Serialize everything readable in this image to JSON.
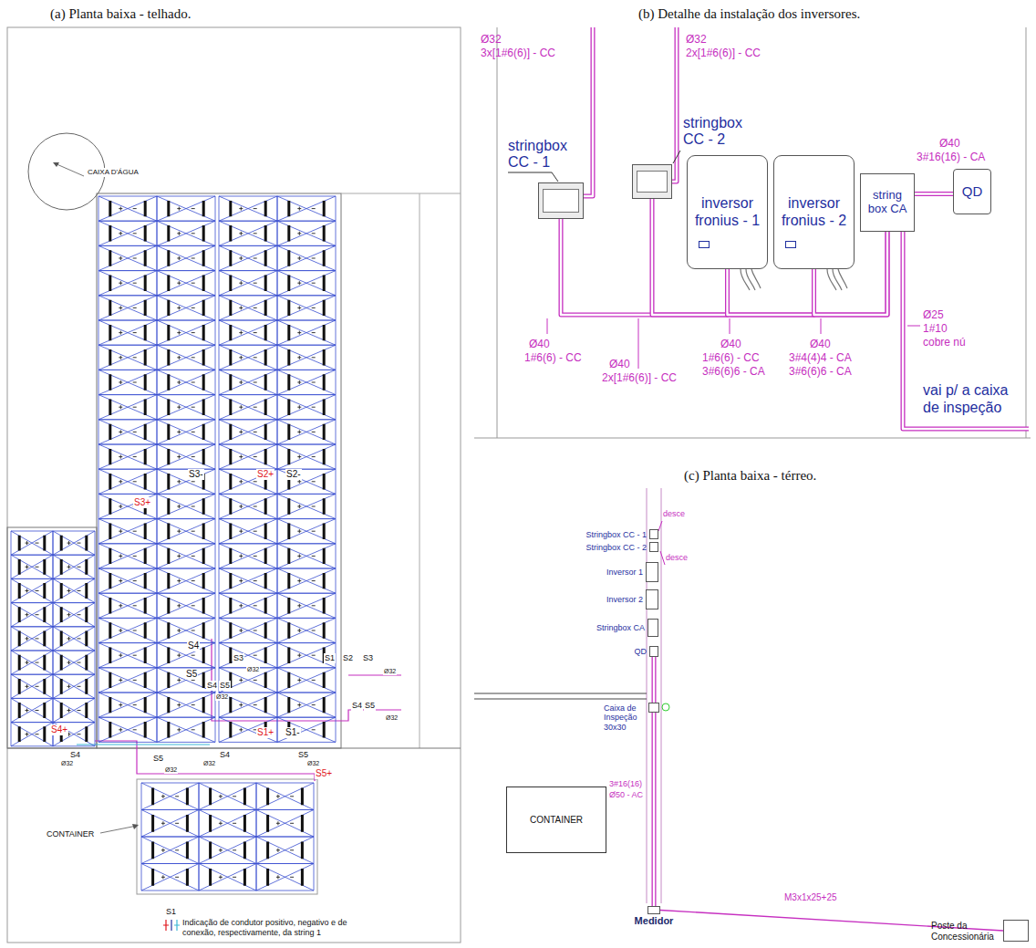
{
  "diagram": {
    "nodes": [
      {
        "text": [
          "stringbox CC - 1"
        ]
      },
      {
        "text": [
          "stringbox CC - 2"
        ]
      },
      {
        "text": [
          "inversor fronius - 1"
        ]
      },
      {
        "text": [
          "inversor fronius - 2"
        ]
      },
      {
        "text": [
          "string box CA"
        ]
      },
      {
        "text": [
          "QD"
        ]
      },
      {
        "text": [
          "Stringbox CC - 1"
        ]
      },
      {
        "text": [
          "Stringbox CC - 2"
        ]
      },
      {
        "text": [
          "Inversor 1"
        ]
      },
      {
        "text": [
          "Inversor 2"
        ]
      },
      {
        "text": [
          "Stringbox CA"
        ]
      },
      {
        "text": [
          "QD"
        ]
      },
      {
        "text": [
          "Caixa de Inspeção 30x30"
        ]
      },
      {
        "text": [
          "CONTAINER"
        ]
      },
      {
        "text": [
          "Medidor"
        ]
      },
      {
        "text": [
          "Poste da Concessionária"
        ]
      }
    ],
    "edges": [
      {
        "from": 0,
        "to": 2,
        "arrow": "none"
      },
      {
        "from": 1,
        "to": 3,
        "arrow": "none"
      },
      {
        "from": 2,
        "to": 4,
        "arrow": "none"
      },
      {
        "from": 3,
        "to": 4,
        "arrow": "none"
      },
      {
        "from": 4,
        "to": 5,
        "arrow": "none"
      },
      {
        "from": 11,
        "to": 12,
        "arrow": "none"
      },
      {
        "from": 12,
        "to": 14,
        "arrow": "none"
      },
      {
        "from": 14,
        "to": 15,
        "arrow": "none"
      }
    ],
    "labels": [
      "(a) Planta baixa - telhado.",
      "(b) Detalhe da instalação dos inversores.",
      "(c) Planta baixa - térreo.",
      "CAIXA D'ÁGUA",
      "S3-",
      "S2+",
      "S2-",
      "S3+",
      "S4",
      "S5",
      "S3",
      "Ø32",
      "S1",
      "S2",
      "S3",
      "Ø32",
      "S4",
      "S5",
      "Ø32",
      "S4",
      "S5",
      "Ø32",
      "S4+",
      "S1+",
      "S1-",
      "S4",
      "Ø32",
      "S5",
      "Ø32",
      "S4",
      "Ø32",
      "S5",
      "Ø32",
      "S5+",
      "CONTAINER",
      "S1",
      "Ø32",
      "3x[1#6(6)] - CC",
      "Ø32",
      "2x[1#6(6)] - CC",
      "Ø40",
      "3#16(16) - CA",
      "Ø40",
      "1#6(6) - CC",
      "Ø40",
      "2x[1#6(6)] - CC",
      "Ø40",
      "1#6(6) - CC",
      "3#6(6)6 - CA",
      "Ø40",
      "3#4(4)4 - CA",
      "3#6(6)6 - CA",
      "Ø25",
      "1#10",
      "cobre nú",
      "vai p/ a caixa de inspeção",
      "desce",
      "desce",
      "3#16(16)",
      "Ø50 - AC",
      "M3x1x25+25"
    ],
    "legend": [
      {
        "text": "Indicação de condutor positivo, negativo e de conexão, respectivamente, da string 1"
      }
    ]
  }
}
